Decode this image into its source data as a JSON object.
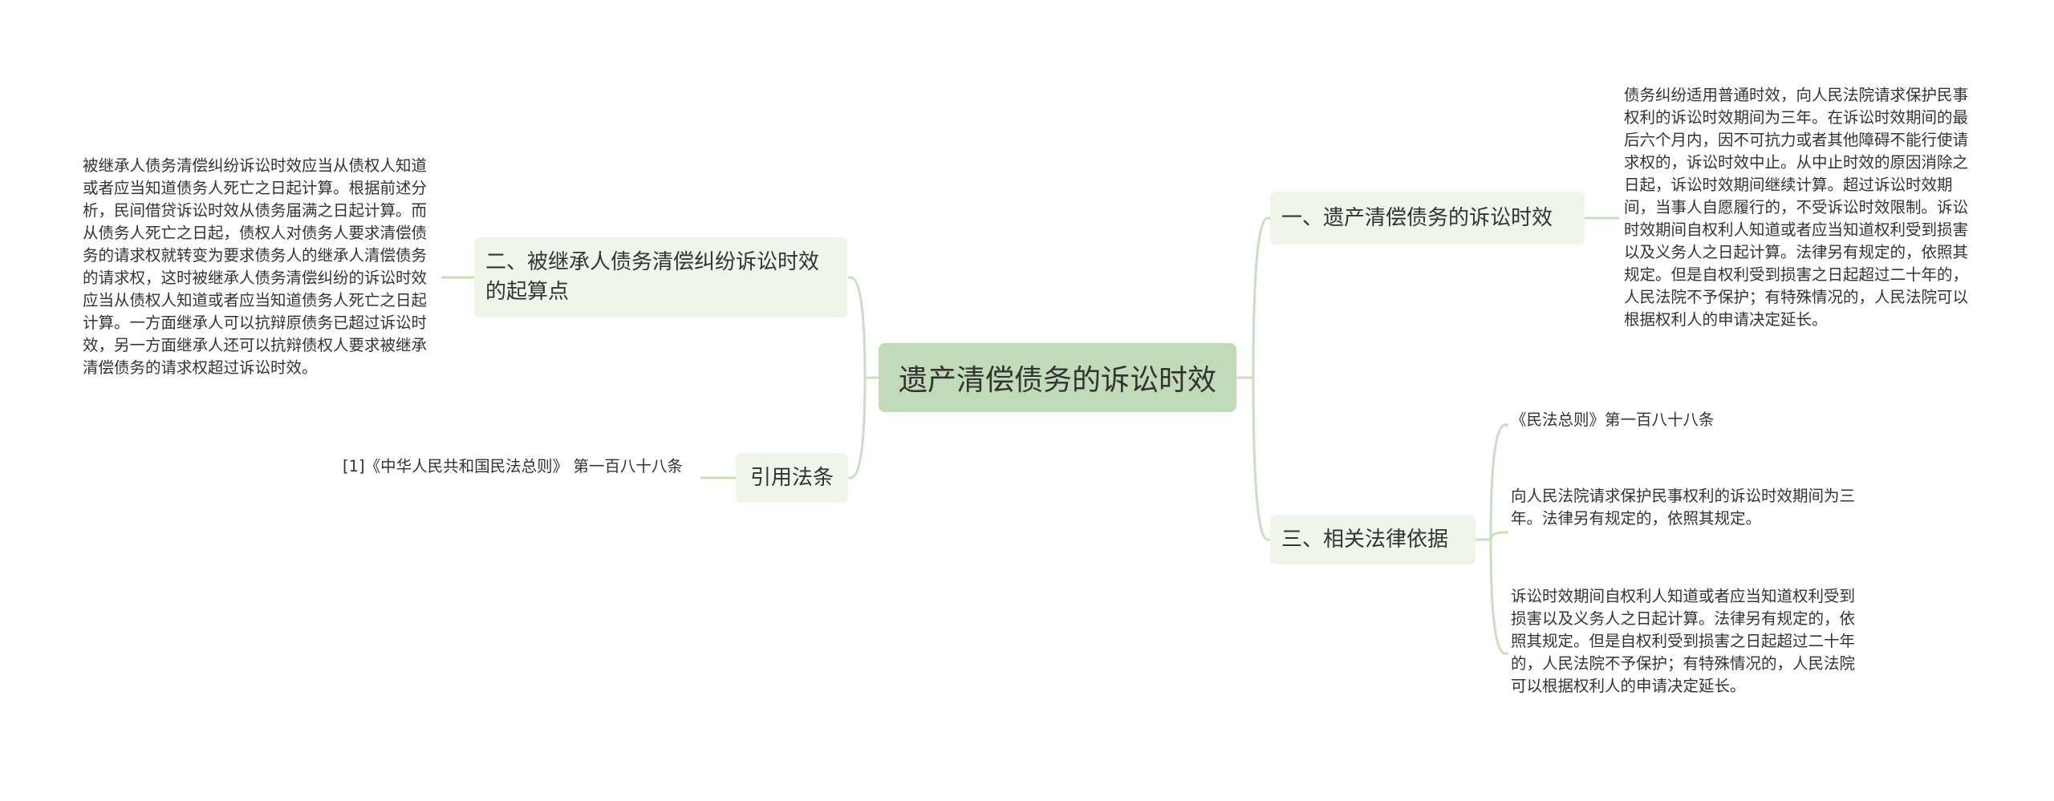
{
  "colors": {
    "root_bg": "#c1dbb8",
    "branch_bg": "#eff5e9",
    "link": "#c9dfbe",
    "text": "#333333"
  },
  "root": {
    "label": "遗产清偿债务的诉讼时效"
  },
  "branches": {
    "left_1": {
      "label": "二、被继承人债务清偿纠纷诉讼时效的起算点",
      "detail": "被继承人债务清偿纠纷诉讼时效应当从债权人知道或者应当知道债务人死亡之日起计算。根据前述分析，民间借贷诉讼时效从债务届满之日起计算。而从债务人死亡之日起，债权人对债务人要求清偿债务的请求权就转变为要求债务人的继承人清偿债务的请求权，这时被继承人债务清偿纠纷的诉讼时效应当从债权人知道或者应当知道债务人死亡之日起计算。一方面继承人可以抗辩原债务已超过诉讼时效，另一方面继承人还可以抗辩债权人要求被继承清偿债务的请求权超过诉讼时效。"
    },
    "left_2": {
      "label": "引用法条",
      "detail": "[1]《中华人民共和国民法总则》 第一百八十八条"
    },
    "right_1": {
      "label": "一、遗产清偿债务的诉讼时效",
      "detail": "债务纠纷适用普通时效，向人民法院请求保护民事权利的诉讼时效期间为三年。在诉讼时效期间的最后六个月内，因不可抗力或者其他障碍不能行使请求权的，诉讼时效中止。从中止时效的原因消除之日起，诉讼时效期间继续计算。超过诉讼时效期间，当事人自愿履行的，不受诉讼时效限制。诉讼时效期间自权利人知道或者应当知道权利受到损害以及义务人之日起计算。法律另有规定的，依照其规定。但是自权利受到损害之日起超过二十年的，人民法院不予保护；有特殊情况的，人民法院可以根据权利人的申请决定延长。"
    },
    "right_2": {
      "label": "三、相关法律依据",
      "details": [
        "《民法总则》第一百八十八条",
        "向人民法院请求保护民事权利的诉讼时效期间为三年。法律另有规定的，依照其规定。",
        "诉讼时效期间自权利人知道或者应当知道权利受到损害以及义务人之日起计算。法律另有规定的，依照其规定。但是自权利受到损害之日起超过二十年的，人民法院不予保护；有特殊情况的，人民法院可以根据权利人的申请决定延长。"
      ]
    }
  }
}
